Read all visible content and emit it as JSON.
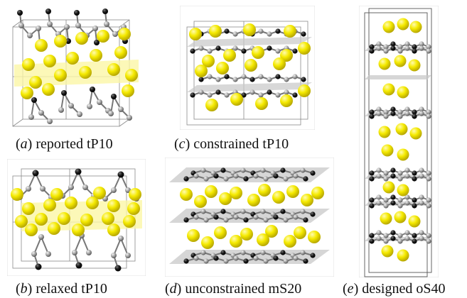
{
  "colors": {
    "sulfur": "#f5ea00",
    "sulfur_highlight": "#fffbb0",
    "sulfur_shadow": "#b8a800",
    "carbon_gray": "#a9a9a9",
    "carbon_black": "#1a1a1a",
    "plane_gray": "#c8c8c8",
    "plane_yellow": "#fbf6a6",
    "cell_line": "#555555"
  },
  "panels": [
    {
      "id": "a",
      "paren_open": "(",
      "letter": "a",
      "paren_close": ")",
      "text": "reported tP10"
    },
    {
      "id": "b",
      "paren_open": "(",
      "letter": "b",
      "paren_close": ")",
      "text": "relaxed tP10"
    },
    {
      "id": "c",
      "paren_open": "(",
      "letter": "c",
      "paren_close": ")",
      "text": "constrained tP10"
    },
    {
      "id": "d",
      "paren_open": "(",
      "letter": "d",
      "paren_close": ")",
      "text": "unconstrained mS20"
    },
    {
      "id": "e",
      "paren_open": "(",
      "letter": "e",
      "paren_close": ")",
      "text": "designed oS40"
    }
  ]
}
